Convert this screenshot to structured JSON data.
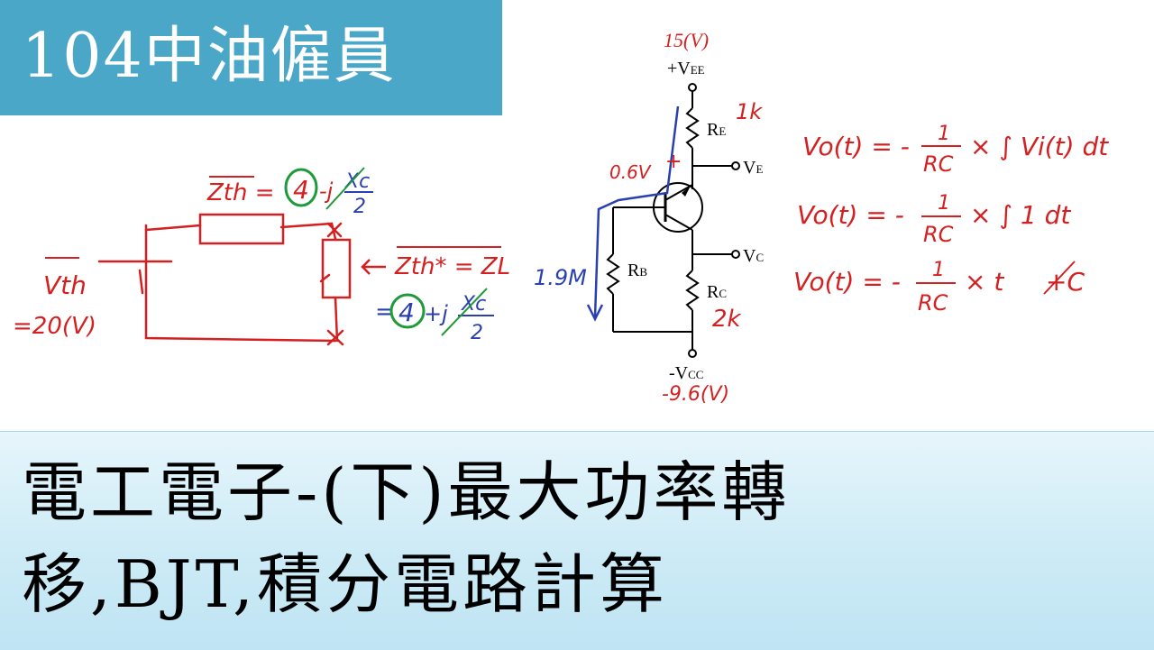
{
  "title": {
    "text": "104中油僱員"
  },
  "thevenin": {
    "zth_label": "Zth = ",
    "zth_real": "4",
    "zth_imag": "-j",
    "xc": "Xc",
    "xc_den": "2",
    "vth_label": "Vth",
    "vth_value": "=20(V)",
    "zth_conj": "Zth* = ZL",
    "zl_real": "4",
    "zl_imag": "+j",
    "zl_xc": "Xc",
    "zl_den": "2"
  },
  "bjt": {
    "vee_value": "15(V)",
    "vee_label": "+V",
    "vee_sub": "EE",
    "re_label": "R",
    "re_sub": "E",
    "re_value": "1k",
    "ve_label": "V",
    "ve_sub": "E",
    "vc_label": "V",
    "vc_sub": "C",
    "rb_label": "R",
    "rb_sub": "B",
    "rb_value": "1.9M",
    "rc_label": "R",
    "rc_sub": "C",
    "rc_value": "2k",
    "vbe": "0.6V",
    "vcc_label": "-V",
    "vcc_sub": "CC",
    "vcc_value": "-9.6(V)"
  },
  "integrator": {
    "eq1_left": "Vo(t) = -",
    "eq1_right": "× ∫ Vi(t) dt",
    "eq2_left": "Vo(t) = -",
    "eq2_right": "× ∫ 1 dt",
    "eq3_left": "Vo(t) = -",
    "eq3_right": "× t",
    "eq3_cancel": "+C",
    "frac_num": "1",
    "frac_den": "RC"
  },
  "subtitle": {
    "line1": "電工電子-(下)最大功率轉",
    "line2": "移,BJT,積分電路計算"
  },
  "colors": {
    "banner": "#4aa7c7",
    "red_ink": "#d42020",
    "blue_ink": "#2a3fb0",
    "green_ink": "#1f9a3a"
  }
}
